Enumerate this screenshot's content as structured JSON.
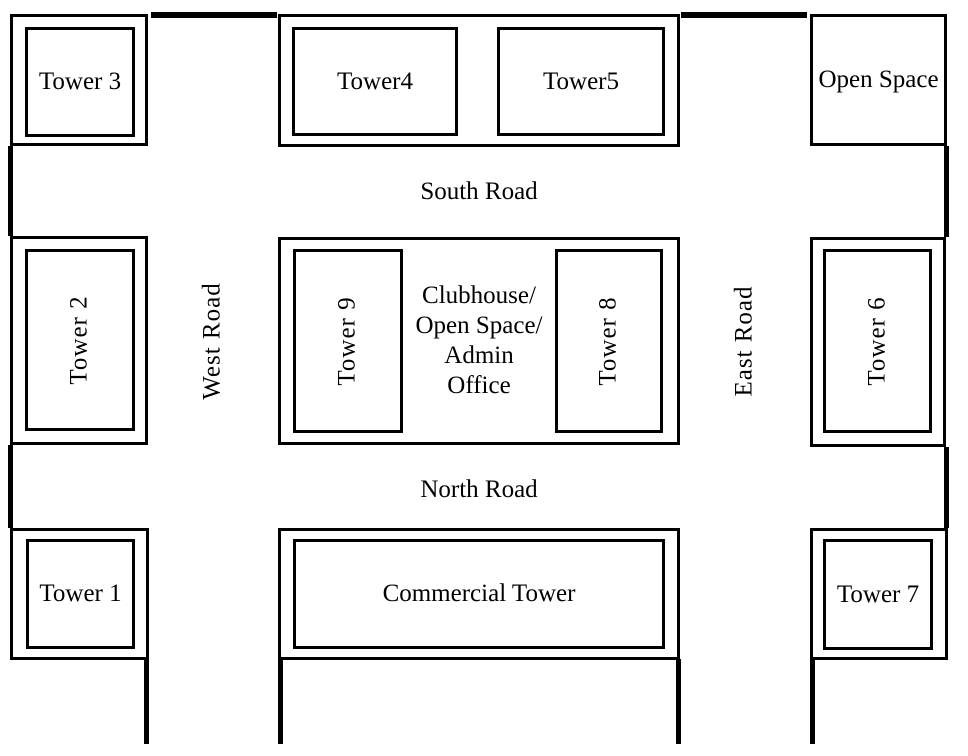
{
  "site_plan": {
    "towers": {
      "tower1": "Tower 1",
      "tower2": "Tower 2",
      "tower3": "Tower 3",
      "tower4": "Tower4",
      "tower5": "Tower5",
      "tower6": "Tower 6",
      "tower7": "Tower 7",
      "tower8": "Tower 8",
      "tower9": "Tower 9"
    },
    "areas": {
      "open_space": "Open Space",
      "commercial": "Commercial Tower",
      "clubhouse_lines": [
        "Clubhouse/",
        "Open Space/",
        "Admin",
        "Office"
      ]
    },
    "roads": {
      "south": "South Road",
      "north": "North Road",
      "west": "West Road",
      "east": "East Road"
    },
    "colors": {
      "line": "#000000",
      "background": "#ffffff"
    }
  }
}
